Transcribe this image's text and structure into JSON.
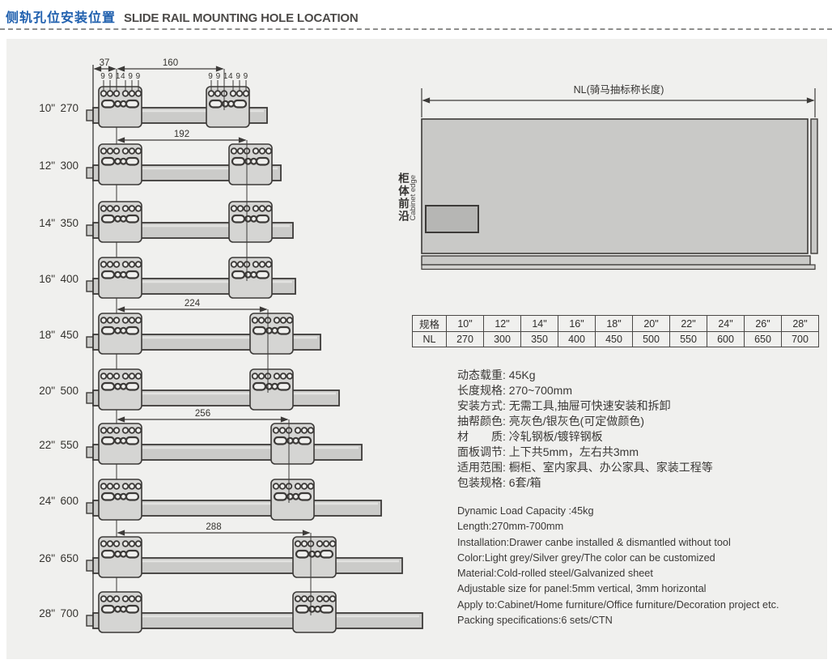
{
  "header": {
    "title_zh": "侧轨孔位安装位置",
    "title_en": "SLIDE RAIL MOUNTING HOLE LOCATION"
  },
  "colors": {
    "accent_blue": "#2060ae",
    "line": "#3c3a38",
    "panel_bg": "#f0f0ee",
    "bracket_fill": "#d5d5d3",
    "rail_fill": "#cbcbc9",
    "rail_highlight": "#e3e3e1",
    "cabinet_fill": "#c9c9c7",
    "cabinet_inner_fill": "#b6b6b4",
    "text": "#3a3836"
  },
  "diagram": {
    "rows": [
      {
        "inch": "10\"",
        "nl": "270"
      },
      {
        "inch": "12\"",
        "nl": "300"
      },
      {
        "inch": "14\"",
        "nl": "350"
      },
      {
        "inch": "16\"",
        "nl": "400"
      },
      {
        "inch": "18\"",
        "nl": "450"
      },
      {
        "inch": "20\"",
        "nl": "500"
      },
      {
        "inch": "22\"",
        "nl": "550"
      },
      {
        "inch": "24\"",
        "nl": "600"
      },
      {
        "inch": "26\"",
        "nl": "650"
      },
      {
        "inch": "28\"",
        "nl": "700"
      }
    ],
    "span_labels": [
      "160",
      "192",
      "224",
      "256",
      "288"
    ],
    "edge_offset_label": "37",
    "hole_pattern_label": "9 9 14 9 9"
  },
  "cabinet": {
    "dim_label": "NL(骑马抽标称长度)",
    "edge_label_zh": "柜体前沿",
    "edge_label_en": "Cabinet edge"
  },
  "size_table": {
    "spec_header": "规格",
    "nl_header": "NL",
    "sizes": [
      "10\"",
      "12\"",
      "14\"",
      "16\"",
      "18\"",
      "20\"",
      "22\"",
      "24\"",
      "26\"",
      "28\""
    ],
    "lengths": [
      "270",
      "300",
      "350",
      "400",
      "450",
      "500",
      "550",
      "600",
      "650",
      "700"
    ]
  },
  "specs_zh": [
    "动态载重: 45Kg",
    "长度规格: 270~700mm",
    "安装方式: 无需工具,抽屉可快速安装和拆卸",
    "抽帮颜色: 亮灰色/银灰色(可定做颜色)",
    "材　　质: 冷轧钢板/镀锌钢板",
    "面板调节: 上下共5mm，左右共3mm",
    "适用范围: 橱柜、室内家具、办公家具、家装工程等",
    "包装规格: 6套/箱"
  ],
  "specs_en": [
    "Dynamic Load Capacity :45kg",
    "Length:270mm-700mm",
    "Installation:Drawer canbe installed & dismantled without tool",
    "Color:Light grey/Silver grey/The color can be customized",
    "Material:Cold-rolled steel/Galvanized sheet",
    "Adjustable size for panel:5mm vertical, 3mm horizontal",
    "Apply to:Cabinet/Home furniture/Office furniture/Decoration project etc.",
    "Packing specifications:6 sets/CTN"
  ]
}
